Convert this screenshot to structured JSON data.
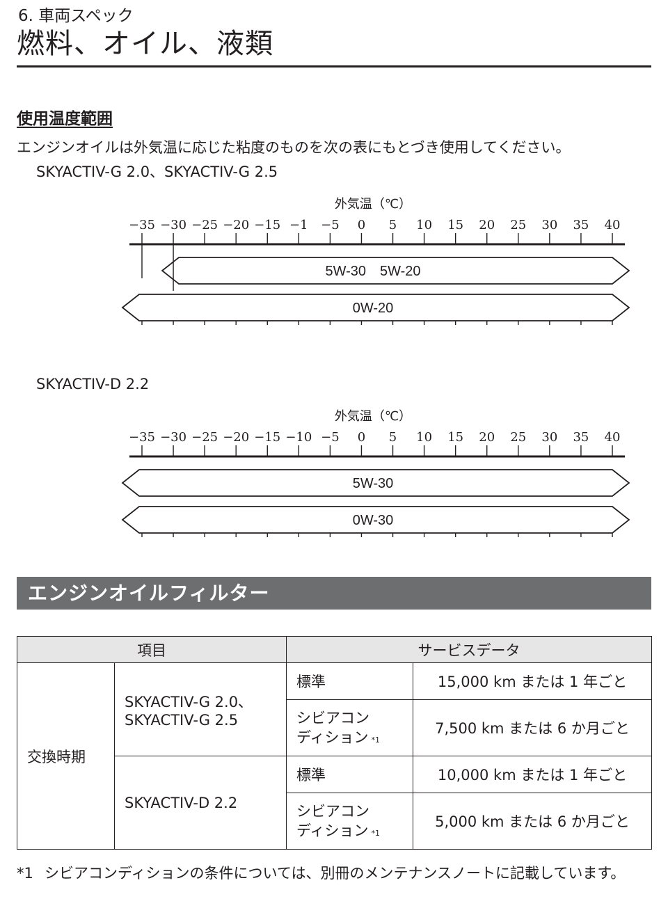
{
  "header": {
    "chapter": "6. 車両スペック",
    "title": "燃料、オイル、液類"
  },
  "temperature_section": {
    "heading": "使用温度範囲",
    "intro": "エンジンオイルは外気温に応じた粘度のものを次の表にもとづき使用してください。"
  },
  "chart_data": [
    {
      "type": "range-bars",
      "engine": "SKYACTIV-G 2.0、SKYACTIV-G 2.5",
      "title": "外気温（℃）",
      "tick_labels": [
        "−35",
        "−30",
        "−25",
        "−20",
        "−15",
        "−1",
        "−5",
        "0",
        "5",
        "10",
        "15",
        "20",
        "25",
        "30",
        "35",
        "40"
      ],
      "ticks": [
        -35,
        -30,
        -25,
        -20,
        -15,
        -10,
        -5,
        0,
        5,
        10,
        15,
        20,
        25,
        30,
        35,
        40
      ],
      "xlim": [
        -35,
        40
      ],
      "bands": [
        {
          "label": "5W-30　5W-20",
          "from": -30,
          "to": 40
        },
        {
          "label": "0W-20",
          "from": -35,
          "to": 40
        }
      ]
    },
    {
      "type": "range-bars",
      "engine": "SKYACTIV-D 2.2",
      "title": "外気温（℃）",
      "tick_labels": [
        "−35",
        "−30",
        "−25",
        "−20",
        "−15",
        "−10",
        "−5",
        "0",
        "5",
        "10",
        "15",
        "20",
        "25",
        "30",
        "35",
        "40"
      ],
      "ticks": [
        -35,
        -30,
        -25,
        -20,
        -15,
        -10,
        -5,
        0,
        5,
        10,
        15,
        20,
        25,
        30,
        35,
        40
      ],
      "xlim": [
        -35,
        40
      ],
      "bands": [
        {
          "label": "5W-30",
          "from": -35,
          "to": 40
        },
        {
          "label": "0W-30",
          "from": -35,
          "to": 40
        }
      ]
    }
  ],
  "filter_section": {
    "heading": "エンジンオイルフィルター",
    "table": {
      "col_item": "項目",
      "col_data": "サービスデータ",
      "row_group": "交換時期",
      "engines": [
        {
          "name_lines": [
            "SKYACTIV-G 2.0、",
            "SKYACTIV-G 2.5"
          ],
          "standard_label": "標準",
          "standard_value": "15,000 km または 1 年ごと",
          "severe_label_lines": [
            "シビアコン",
            "ディション"
          ],
          "severe_note": "*1",
          "severe_value": "7,500 km または 6 か月ごと"
        },
        {
          "name_lines": [
            "SKYACTIV-D 2.2",
            ""
          ],
          "standard_label": "標準",
          "standard_value": "10,000 km または 1 年ごと",
          "severe_label_lines": [
            "シビアコン",
            "ディション"
          ],
          "severe_note": "*1",
          "severe_value": "5,000 km または 6 か月ごと"
        }
      ]
    }
  },
  "footnote": {
    "mark": "*1",
    "text": "シビアコンディションの条件については、別冊のメンテナンスノートに記載しています。"
  },
  "colors": {
    "text": "#231f20",
    "section_bar": "#6d6e70",
    "table_header_bg": "#e6e6e6"
  }
}
